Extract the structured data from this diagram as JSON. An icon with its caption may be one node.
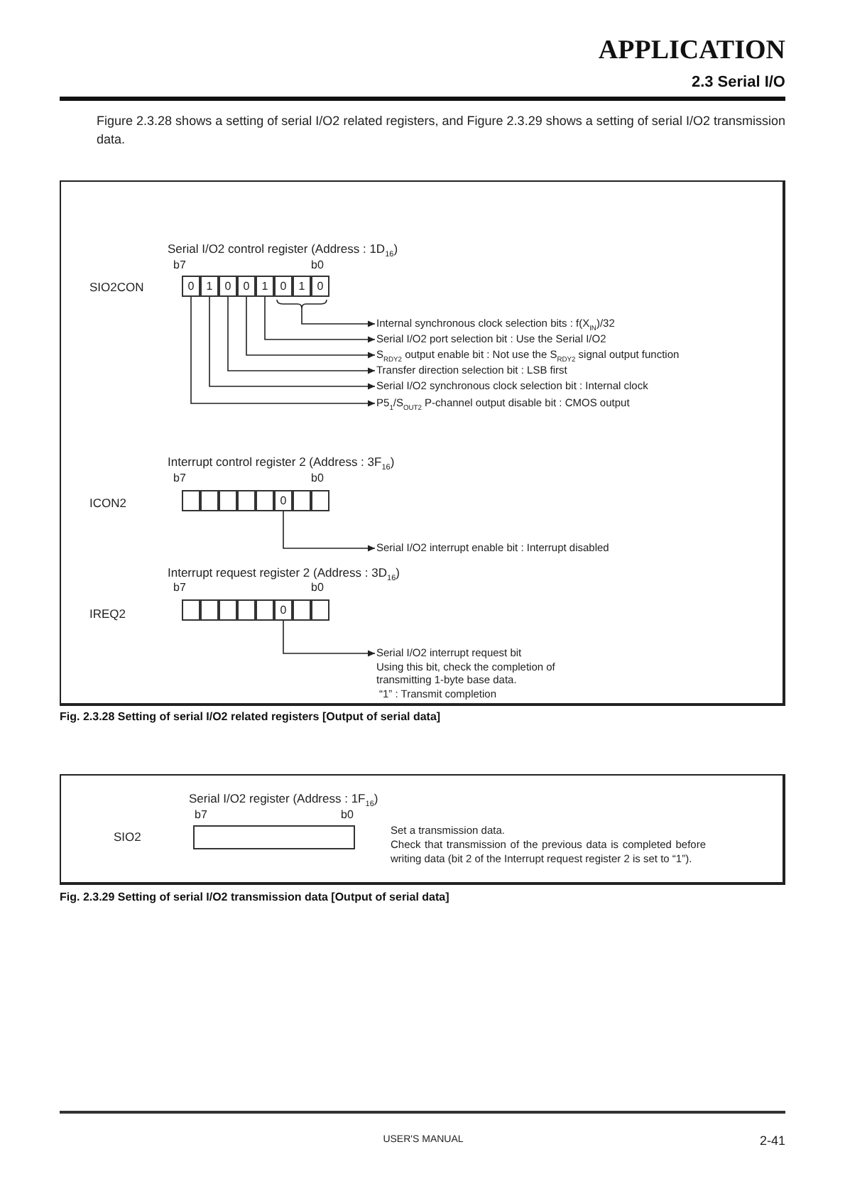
{
  "diagram": {
    "title": "APPLICATION",
    "nodes": [
      {
        "text": [
          "0"
        ]
      },
      {
        "text": [
          "1"
        ]
      },
      {
        "text": [
          "0"
        ]
      },
      {
        "text": [
          "0"
        ]
      },
      {
        "text": [
          "1"
        ]
      },
      {
        "text": [
          "0"
        ]
      },
      {
        "text": [
          "1"
        ]
      },
      {
        "text": [
          "0"
        ]
      },
      {
        "text": [
          "Internal synchronous clock selection bits : f(X$_{IN}$)/32"
        ]
      },
      {
        "text": [
          "Serial I/O2 port selection bit : Use the Serial I/O2"
        ]
      },
      {
        "text": [
          "S$_{RDY2}$ output enable bit : Not use the S$_{RDY2}$ signal output function"
        ]
      },
      {
        "text": [
          "Transfer direction selection bit : LSB first"
        ]
      },
      {
        "text": [
          "Serial I/O2 synchronous clock selection bit : Internal clock"
        ]
      },
      {
        "text": [
          "P5$_{1}$/S$_{OUT2}$ P-channel output disable bit : CMOS output"
        ]
      },
      {
        "text": [],
        "shape": "box"
      },
      {
        "text": [],
        "shape": "box"
      },
      {
        "text": [],
        "shape": "box"
      },
      {
        "text": [],
        "shape": "box"
      },
      {
        "text": [],
        "shape": "box"
      },
      {
        "text": [
          "0"
        ]
      },
      {
        "text": [],
        "shape": "box"
      },
      {
        "text": [],
        "shape": "box"
      },
      {
        "text": [
          "Serial I/O2 interrupt enable bit : Interrupt disabled"
        ]
      },
      {
        "text": [],
        "shape": "box"
      },
      {
        "text": [],
        "shape": "box"
      },
      {
        "text": [],
        "shape": "box"
      },
      {
        "text": [],
        "shape": "box"
      },
      {
        "text": [],
        "shape": "box"
      },
      {
        "text": [
          "0"
        ]
      },
      {
        "text": [],
        "shape": "box"
      },
      {
        "text": [],
        "shape": "box"
      },
      {
        "text": [
          "Serial I/O2 interrupt request bit",
          "Using this bit, check the completion of transmitting 1-byte base data.",
          "“1” : Transmit completion"
        ]
      },
      {
        "text": [],
        "shape": "box"
      }
    ],
    "edges": [
      {
        "from": 5,
        "to": 8,
        "arrow": "to"
      },
      {
        "from": 6,
        "to": 8,
        "arrow": "to"
      },
      {
        "from": 7,
        "to": 8,
        "arrow": "to"
      },
      {
        "from": 4,
        "to": 9,
        "arrow": "to"
      },
      {
        "from": 3,
        "to": 10,
        "arrow": "to"
      },
      {
        "from": 2,
        "to": 11,
        "arrow": "to"
      },
      {
        "from": 1,
        "to": 12,
        "arrow": "to"
      },
      {
        "from": 0,
        "to": 13,
        "arrow": "to"
      },
      {
        "from": 19,
        "to": 22,
        "arrow": "to"
      },
      {
        "from": 28,
        "to": 31,
        "arrow": "to"
      }
    ],
    "labels": [
      "2.3 Serial I/O",
      "Figure 2.3.28 shows a setting of serial I/O2 related registers, and Figure 2.3.29 shows a setting of serial I/O2 transmission data.",
      "Serial I/O2 control register (Address : 1D$_{16}$)",
      "b7",
      "b0",
      "SIO2CON",
      "Interrupt control register 2 (Address : 3F$_{16}$)",
      "b7",
      "b0",
      "ICON2",
      "Interrupt request register 2 (Address : 3D$_{16}$)",
      "b7",
      "b0",
      "IREQ2",
      "Fig. 2.3.28 Setting of serial I/O2 related registers [Output of serial data]",
      "Serial I/O2 register (Address : 1F$_{16}$)",
      "b7",
      "b0",
      "SIO2",
      "Set a transmission data.",
      "Check that transmission of the previous data is completed before writing data (bit 2 of the Interrupt request register 2 is set to “1”).",
      "Fig. 2.3.29 Setting of serial I/O2 transmission data [Output of serial data]",
      "USER'S MANUAL",
      "2-41"
    ]
  }
}
